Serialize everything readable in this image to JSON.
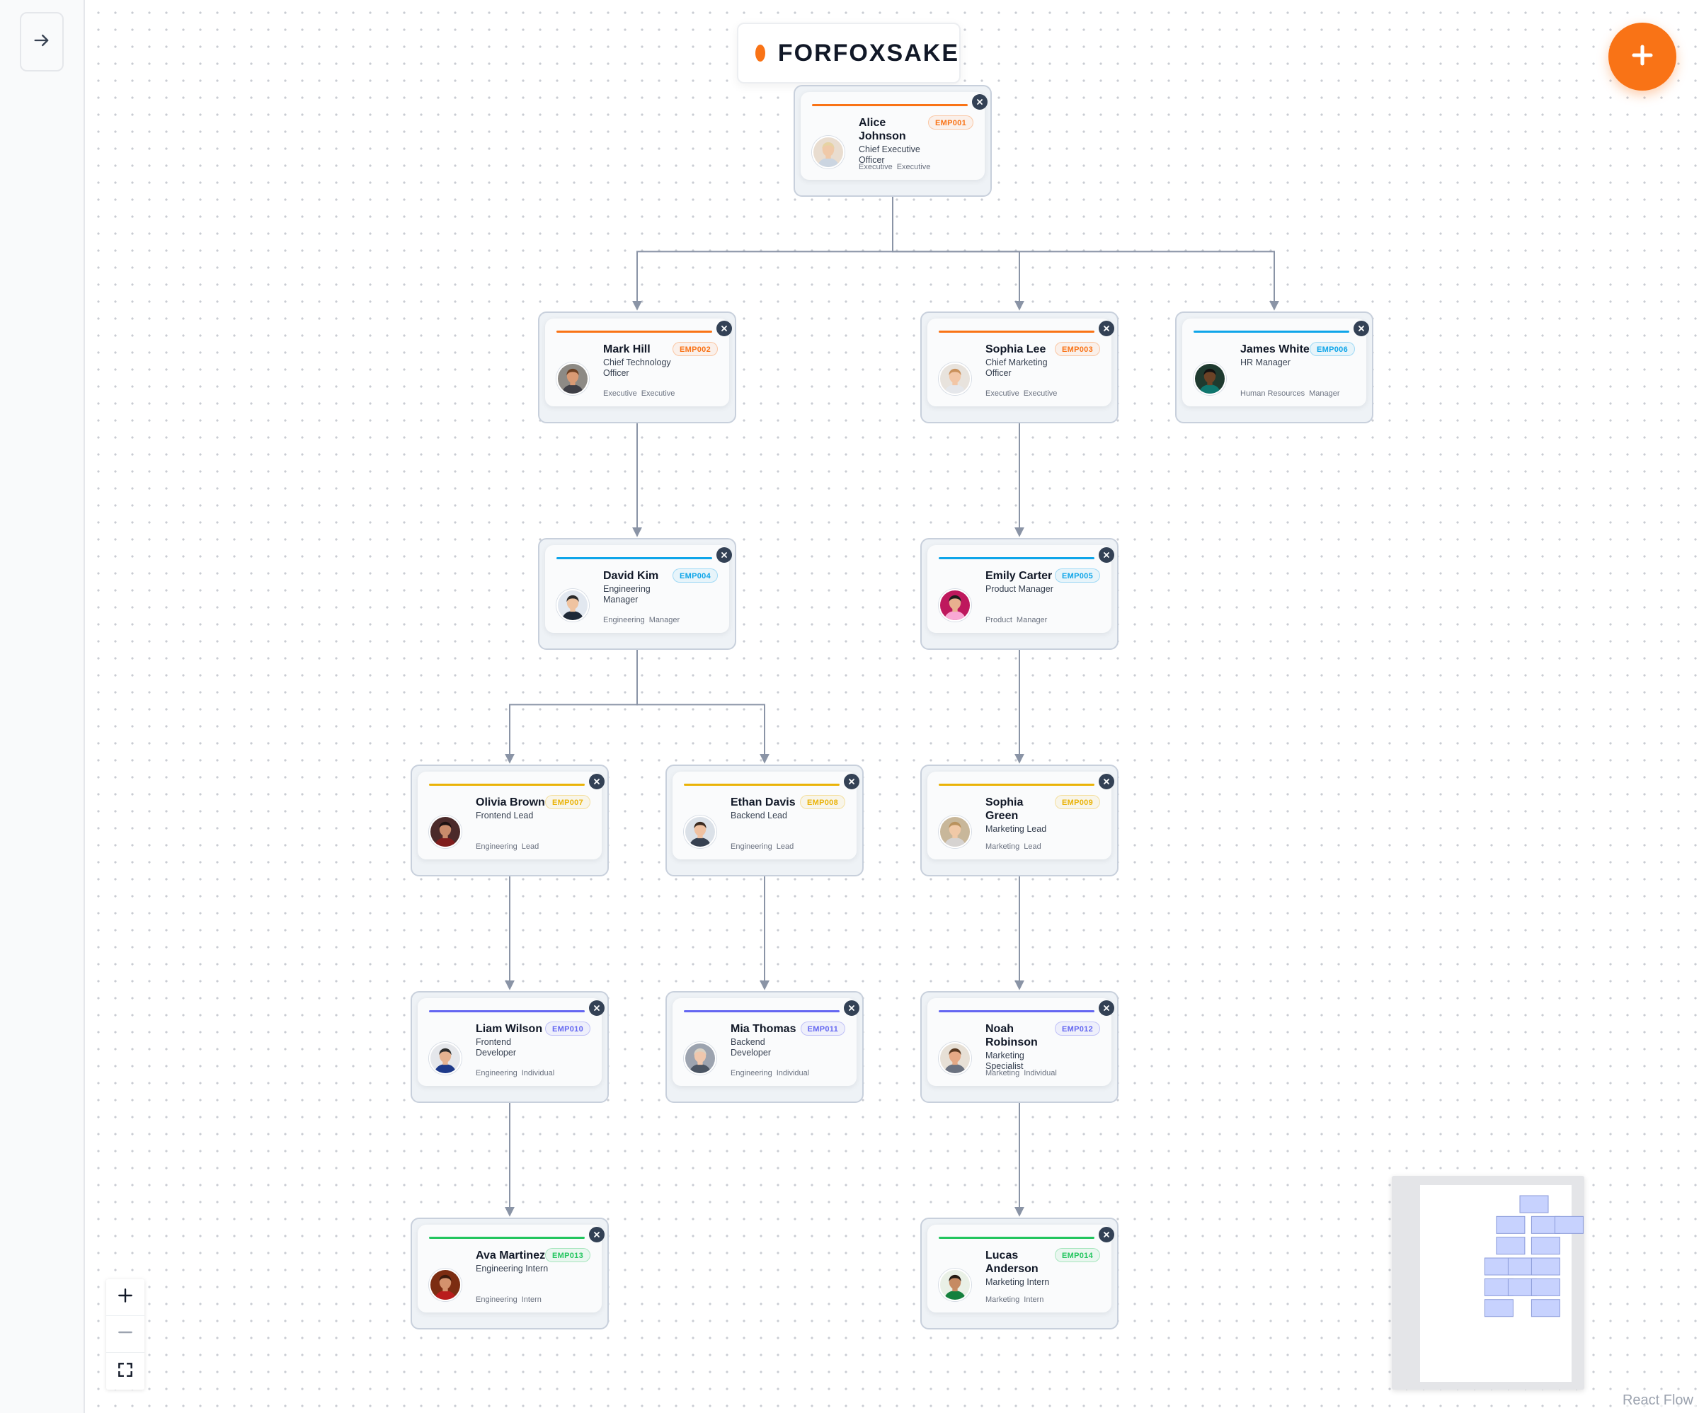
{
  "brand": {
    "name": "FORFOXSAKE",
    "dot_color": "#f97316"
  },
  "sidebar": {
    "toggle_icon": "arrow-right-icon"
  },
  "fab": {
    "icon": "plus-icon",
    "color": "#f97316"
  },
  "employees": [
    {
      "id": "EMP001",
      "name": "Alice Johnson",
      "title": "Chief Executive Officer",
      "department": "Executive",
      "level": "Executive",
      "accent": "#f97316"
    },
    {
      "id": "EMP002",
      "name": "Mark Hill",
      "title": "Chief Technology Officer",
      "department": "Executive",
      "level": "Executive",
      "accent": "#f97316"
    },
    {
      "id": "EMP003",
      "name": "Sophia Lee",
      "title": "Chief Marketing Officer",
      "department": "Executive",
      "level": "Executive",
      "accent": "#f97316"
    },
    {
      "id": "EMP006",
      "name": "James White",
      "title": "HR Manager",
      "department": "Human Resources",
      "level": "Manager",
      "accent": "#0ea5e9"
    },
    {
      "id": "EMP004",
      "name": "David Kim",
      "title": "Engineering Manager",
      "department": "Engineering",
      "level": "Manager",
      "accent": "#0ea5e9"
    },
    {
      "id": "EMP005",
      "name": "Emily Carter",
      "title": "Product Manager",
      "department": "Product",
      "level": "Manager",
      "accent": "#0ea5e9"
    },
    {
      "id": "EMP007",
      "name": "Olivia Brown",
      "title": "Frontend Lead",
      "department": "Engineering",
      "level": "Lead",
      "accent": "#eab308"
    },
    {
      "id": "EMP008",
      "name": "Ethan Davis",
      "title": "Backend Lead",
      "department": "Engineering",
      "level": "Lead",
      "accent": "#eab308"
    },
    {
      "id": "EMP009",
      "name": "Sophia Green",
      "title": "Marketing Lead",
      "department": "Marketing",
      "level": "Lead",
      "accent": "#eab308"
    },
    {
      "id": "EMP010",
      "name": "Liam Wilson",
      "title": "Frontend Developer",
      "department": "Engineering",
      "level": "Individual",
      "accent": "#6366f1"
    },
    {
      "id": "EMP011",
      "name": "Mia Thomas",
      "title": "Backend Developer",
      "department": "Engineering",
      "level": "Individual",
      "accent": "#6366f1"
    },
    {
      "id": "EMP012",
      "name": "Noah Robinson",
      "title": "Marketing Specialist",
      "department": "Marketing",
      "level": "Individual",
      "accent": "#6366f1"
    },
    {
      "id": "EMP013",
      "name": "Ava Martinez",
      "title": "Engineering Intern",
      "department": "Engineering",
      "level": "Intern",
      "accent": "#22c55e"
    },
    {
      "id": "EMP014",
      "name": "Lucas Anderson",
      "title": "Marketing Intern",
      "department": "Marketing",
      "level": "Intern",
      "accent": "#22c55e"
    }
  ],
  "reporting_lines": [
    [
      "EMP001",
      "EMP002"
    ],
    [
      "EMP001",
      "EMP003"
    ],
    [
      "EMP001",
      "EMP006"
    ],
    [
      "EMP002",
      "EMP004"
    ],
    [
      "EMP003",
      "EMP005"
    ],
    [
      "EMP004",
      "EMP007"
    ],
    [
      "EMP004",
      "EMP008"
    ],
    [
      "EMP005",
      "EMP009"
    ],
    [
      "EMP007",
      "EMP010"
    ],
    [
      "EMP008",
      "EMP011"
    ],
    [
      "EMP009",
      "EMP012"
    ],
    [
      "EMP010",
      "EMP013"
    ],
    [
      "EMP012",
      "EMP014"
    ]
  ],
  "controls": {
    "zoom_in_icon": "plus-icon",
    "zoom_out_icon": "minus-icon",
    "fit_view_icon": "fit-view-icon"
  },
  "minimap": {
    "label": "minimap"
  },
  "attribution": "React Flow"
}
